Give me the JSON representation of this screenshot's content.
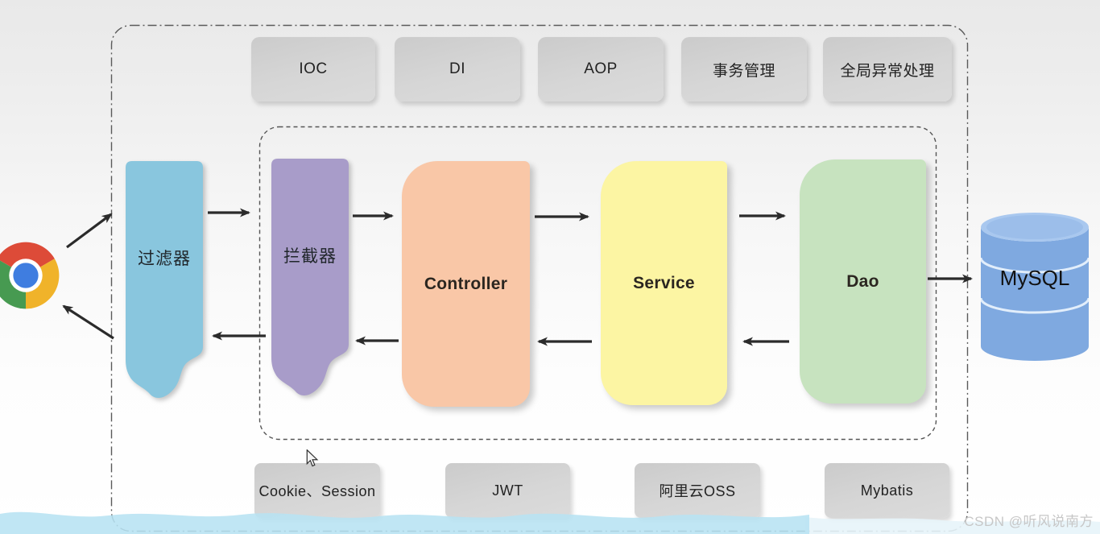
{
  "diagram": {
    "title_context": "Spring web application layered architecture",
    "top_concepts": {
      "items": [
        {
          "label": "IOC"
        },
        {
          "label": "DI"
        },
        {
          "label": "AOP"
        },
        {
          "label": "事务管理"
        },
        {
          "label": "全局异常处理"
        }
      ]
    },
    "flow": {
      "client_icon": "chrome-browser",
      "filter": {
        "label": "过滤器",
        "color": "#89C6DE"
      },
      "interceptor": {
        "label": "拦截器",
        "color": "#A89CC9"
      },
      "controller": {
        "label": "Controller",
        "color": "#F9C7A7"
      },
      "service": {
        "label": "Service",
        "color": "#FCF5A3"
      },
      "dao": {
        "label": "Dao",
        "color": "#C7E3BF"
      },
      "database": {
        "label": "MySQL",
        "color": "#7FA9E0"
      }
    },
    "bottom_concepts": {
      "items": [
        {
          "label": "Cookie、Session"
        },
        {
          "label": "JWT"
        },
        {
          "label": "阿里云OSS"
        },
        {
          "label": "Mybatis"
        }
      ]
    },
    "watermark": "CSDN @听风说南方",
    "colors": {
      "arrow": "#2b2b2b",
      "chip_gray": "#d4d4d4",
      "wave_blue": "#b7e2f3",
      "wave_pale": "#e7f4fa",
      "dashed_border": "#555555"
    }
  }
}
